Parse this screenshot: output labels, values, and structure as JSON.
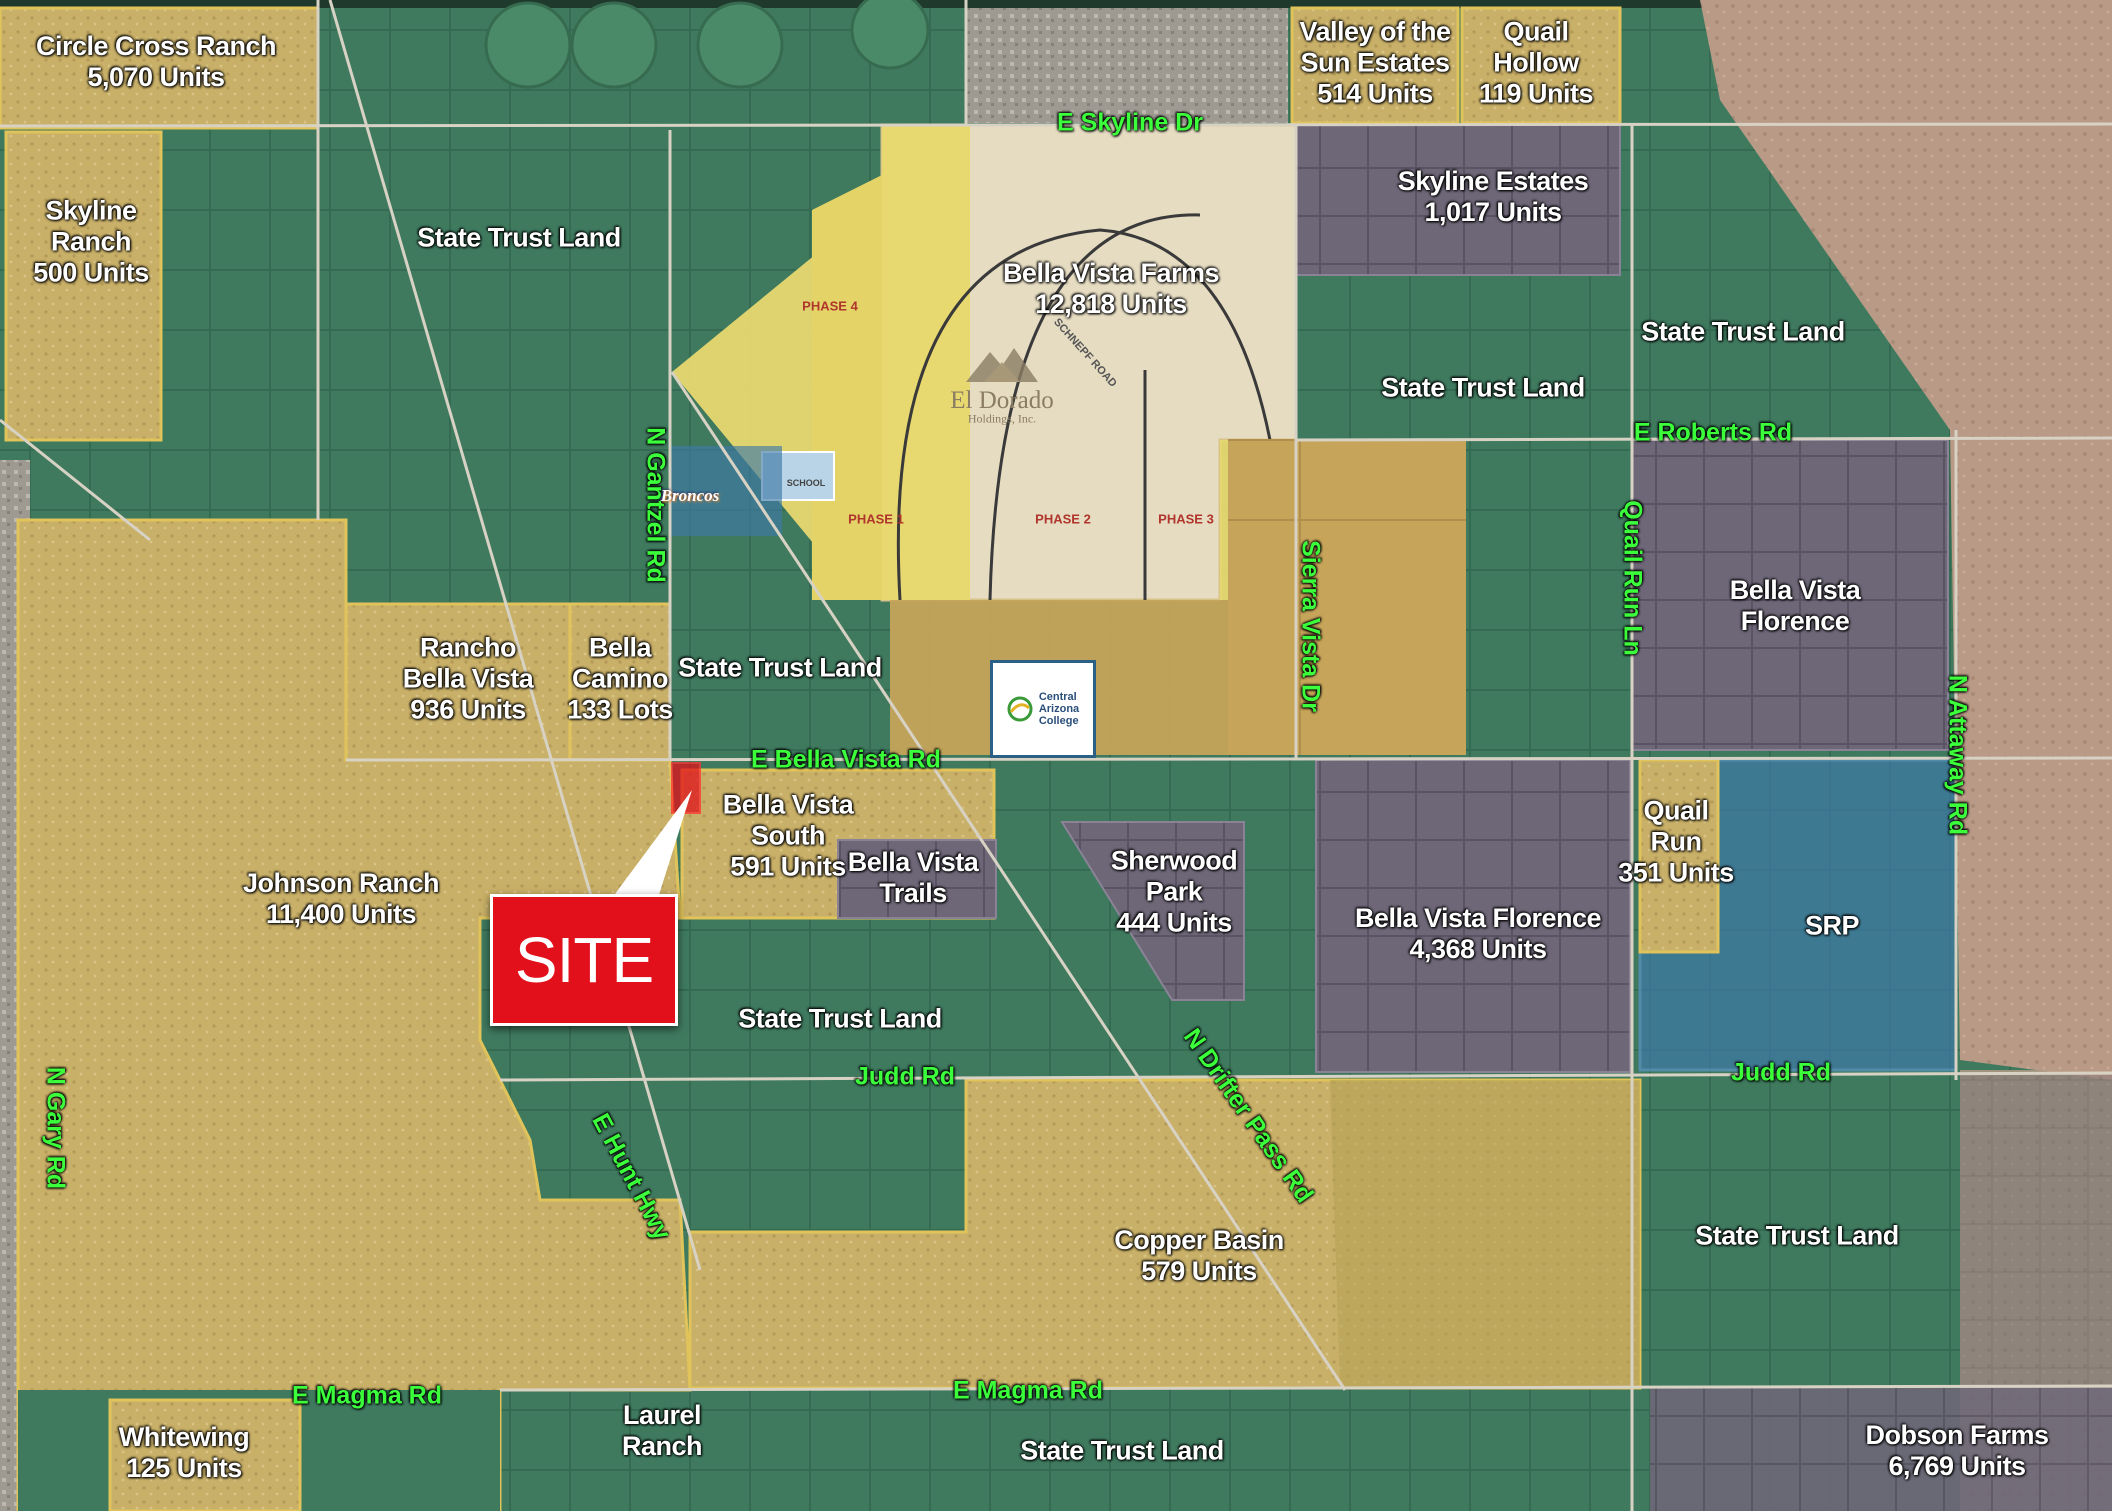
{
  "colors": {
    "trust_land": "#3f7a5f",
    "development": "#c9b068",
    "development_border": "#e0c35a",
    "gray_parcel": "#6e6778",
    "srp_parcel": "#3e79a8",
    "road_label": "#3cff3c",
    "area_label": "#ffffff",
    "site_marker": "#e2101a"
  },
  "areas": [
    {
      "id": "circle-cross-ranch",
      "lines": [
        "Circle Cross Ranch",
        "5,070 Units"
      ]
    },
    {
      "id": "skyline-ranch",
      "lines": [
        "Skyline",
        "Ranch",
        "500 Units"
      ]
    },
    {
      "id": "valley-of-the-sun-estates",
      "lines": [
        "Valley of the",
        "Sun Estates",
        "514 Units"
      ]
    },
    {
      "id": "quail-hollow",
      "lines": [
        "Quail",
        "Hollow",
        "119 Units"
      ]
    },
    {
      "id": "skyline-estates",
      "lines": [
        "Skyline Estates",
        "1,017 Units"
      ]
    },
    {
      "id": "state-trust-land-nw",
      "lines": [
        "State Trust Land"
      ]
    },
    {
      "id": "bella-vista-farms",
      "lines": [
        "Bella Vista Farms",
        "12,818 Units"
      ]
    },
    {
      "id": "state-trust-land-ne1",
      "lines": [
        "State Trust Land"
      ]
    },
    {
      "id": "state-trust-land-ne2",
      "lines": [
        "State Trust Land"
      ]
    },
    {
      "id": "bella-vista-florence-ne",
      "lines": [
        "Bella Vista",
        "Florence"
      ]
    },
    {
      "id": "rancho-bella-vista",
      "lines": [
        "Rancho",
        "Bella Vista",
        "936 Units"
      ]
    },
    {
      "id": "bella-camino",
      "lines": [
        "Bella",
        "Camino",
        "133 Lots"
      ]
    },
    {
      "id": "state-trust-land-mid",
      "lines": [
        "State Trust Land"
      ]
    },
    {
      "id": "bella-vista-south",
      "lines": [
        "Bella Vista",
        "South",
        "591 Units"
      ]
    },
    {
      "id": "bella-vista-trails",
      "lines": [
        "Bella Vista",
        "Trails"
      ]
    },
    {
      "id": "sherwood-park",
      "lines": [
        "Sherwood",
        "Park",
        "444 Units"
      ]
    },
    {
      "id": "bella-vista-florence-mid",
      "lines": [
        "Bella Vista Florence",
        "4,368 Units"
      ]
    },
    {
      "id": "quail-run",
      "lines": [
        "Quail",
        "Run",
        "351 Units"
      ]
    },
    {
      "id": "srp",
      "lines": [
        "SRP"
      ]
    },
    {
      "id": "johnson-ranch",
      "lines": [
        "Johnson Ranch",
        "11,400 Units"
      ]
    },
    {
      "id": "state-trust-land-center",
      "lines": [
        "State Trust Land"
      ]
    },
    {
      "id": "copper-basin",
      "lines": [
        "Copper Basin",
        "579 Units"
      ]
    },
    {
      "id": "state-trust-land-se",
      "lines": [
        "State Trust Land"
      ]
    },
    {
      "id": "whitewing",
      "lines": [
        "Whitewing",
        "125 Units"
      ]
    },
    {
      "id": "laurel-ranch",
      "lines": [
        "Laurel",
        "Ranch"
      ]
    },
    {
      "id": "state-trust-land-s",
      "lines": [
        "State Trust Land"
      ]
    },
    {
      "id": "dobson-farms",
      "lines": [
        "Dobson Farms",
        "6,769 Units"
      ]
    }
  ],
  "roads": {
    "skyline_dr": "E Skyline Dr",
    "roberts_rd": "E Roberts Rd",
    "bella_vista_rd": "E Bella Vista Rd",
    "judd_rd_w": "Judd Rd",
    "judd_rd_e": "Judd Rd",
    "magma_rd_w": "E Magma Rd",
    "magma_rd_e": "E Magma Rd",
    "gantzel_rd": "N Gantzel Rd",
    "sierra_vista_dr": "Sierra Vista Dr",
    "quail_run_ln": "Quail Run Ln",
    "attaway_rd": "N Attaway Rd",
    "gary_rd": "N Gary Rd",
    "hunt_hwy": "E Hunt Hwy",
    "drifter_pass_rd": "N Drifter Pass Rd"
  },
  "site_label": "SITE",
  "plan_labels": {
    "phase1": "PHASE 1",
    "phase2": "PHASE 2",
    "phase3": "PHASE 3",
    "phase4": "PHASE 4",
    "schnepf_road": "SCHNEPF ROAD",
    "school": "SCHOOL"
  },
  "logos": {
    "el_dorado": "El Dorado",
    "el_dorado_sub": "Holdings, Inc.",
    "broncos": "Broncos",
    "cac": "Central\nArizona\nCollege"
  }
}
